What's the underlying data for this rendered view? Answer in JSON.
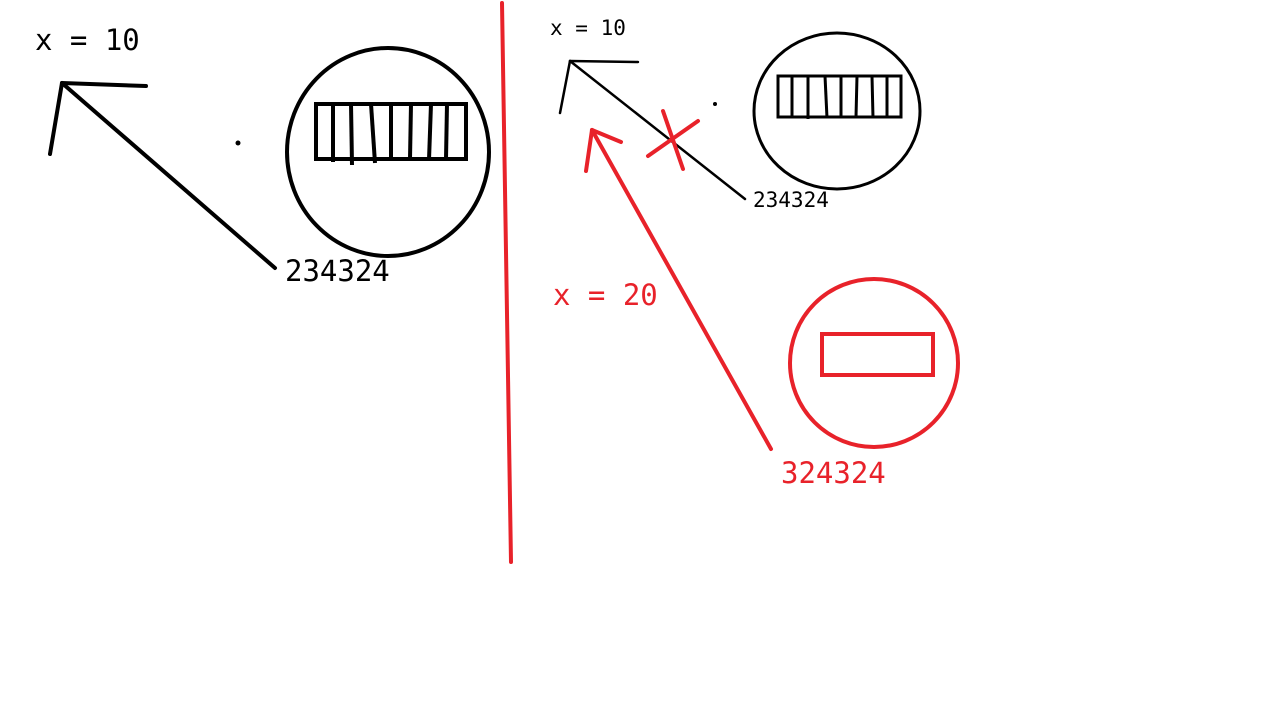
{
  "left_panel": {
    "variable_label": "x = 10",
    "object_value": "234324"
  },
  "right_panel": {
    "old_variable_label": "x = 10",
    "old_object_value": "234324",
    "new_variable_label": "x = 20",
    "new_object_value": "324324"
  },
  "colors": {
    "ink": "#000000",
    "highlight": "#e8222a",
    "background": "#ffffff"
  }
}
